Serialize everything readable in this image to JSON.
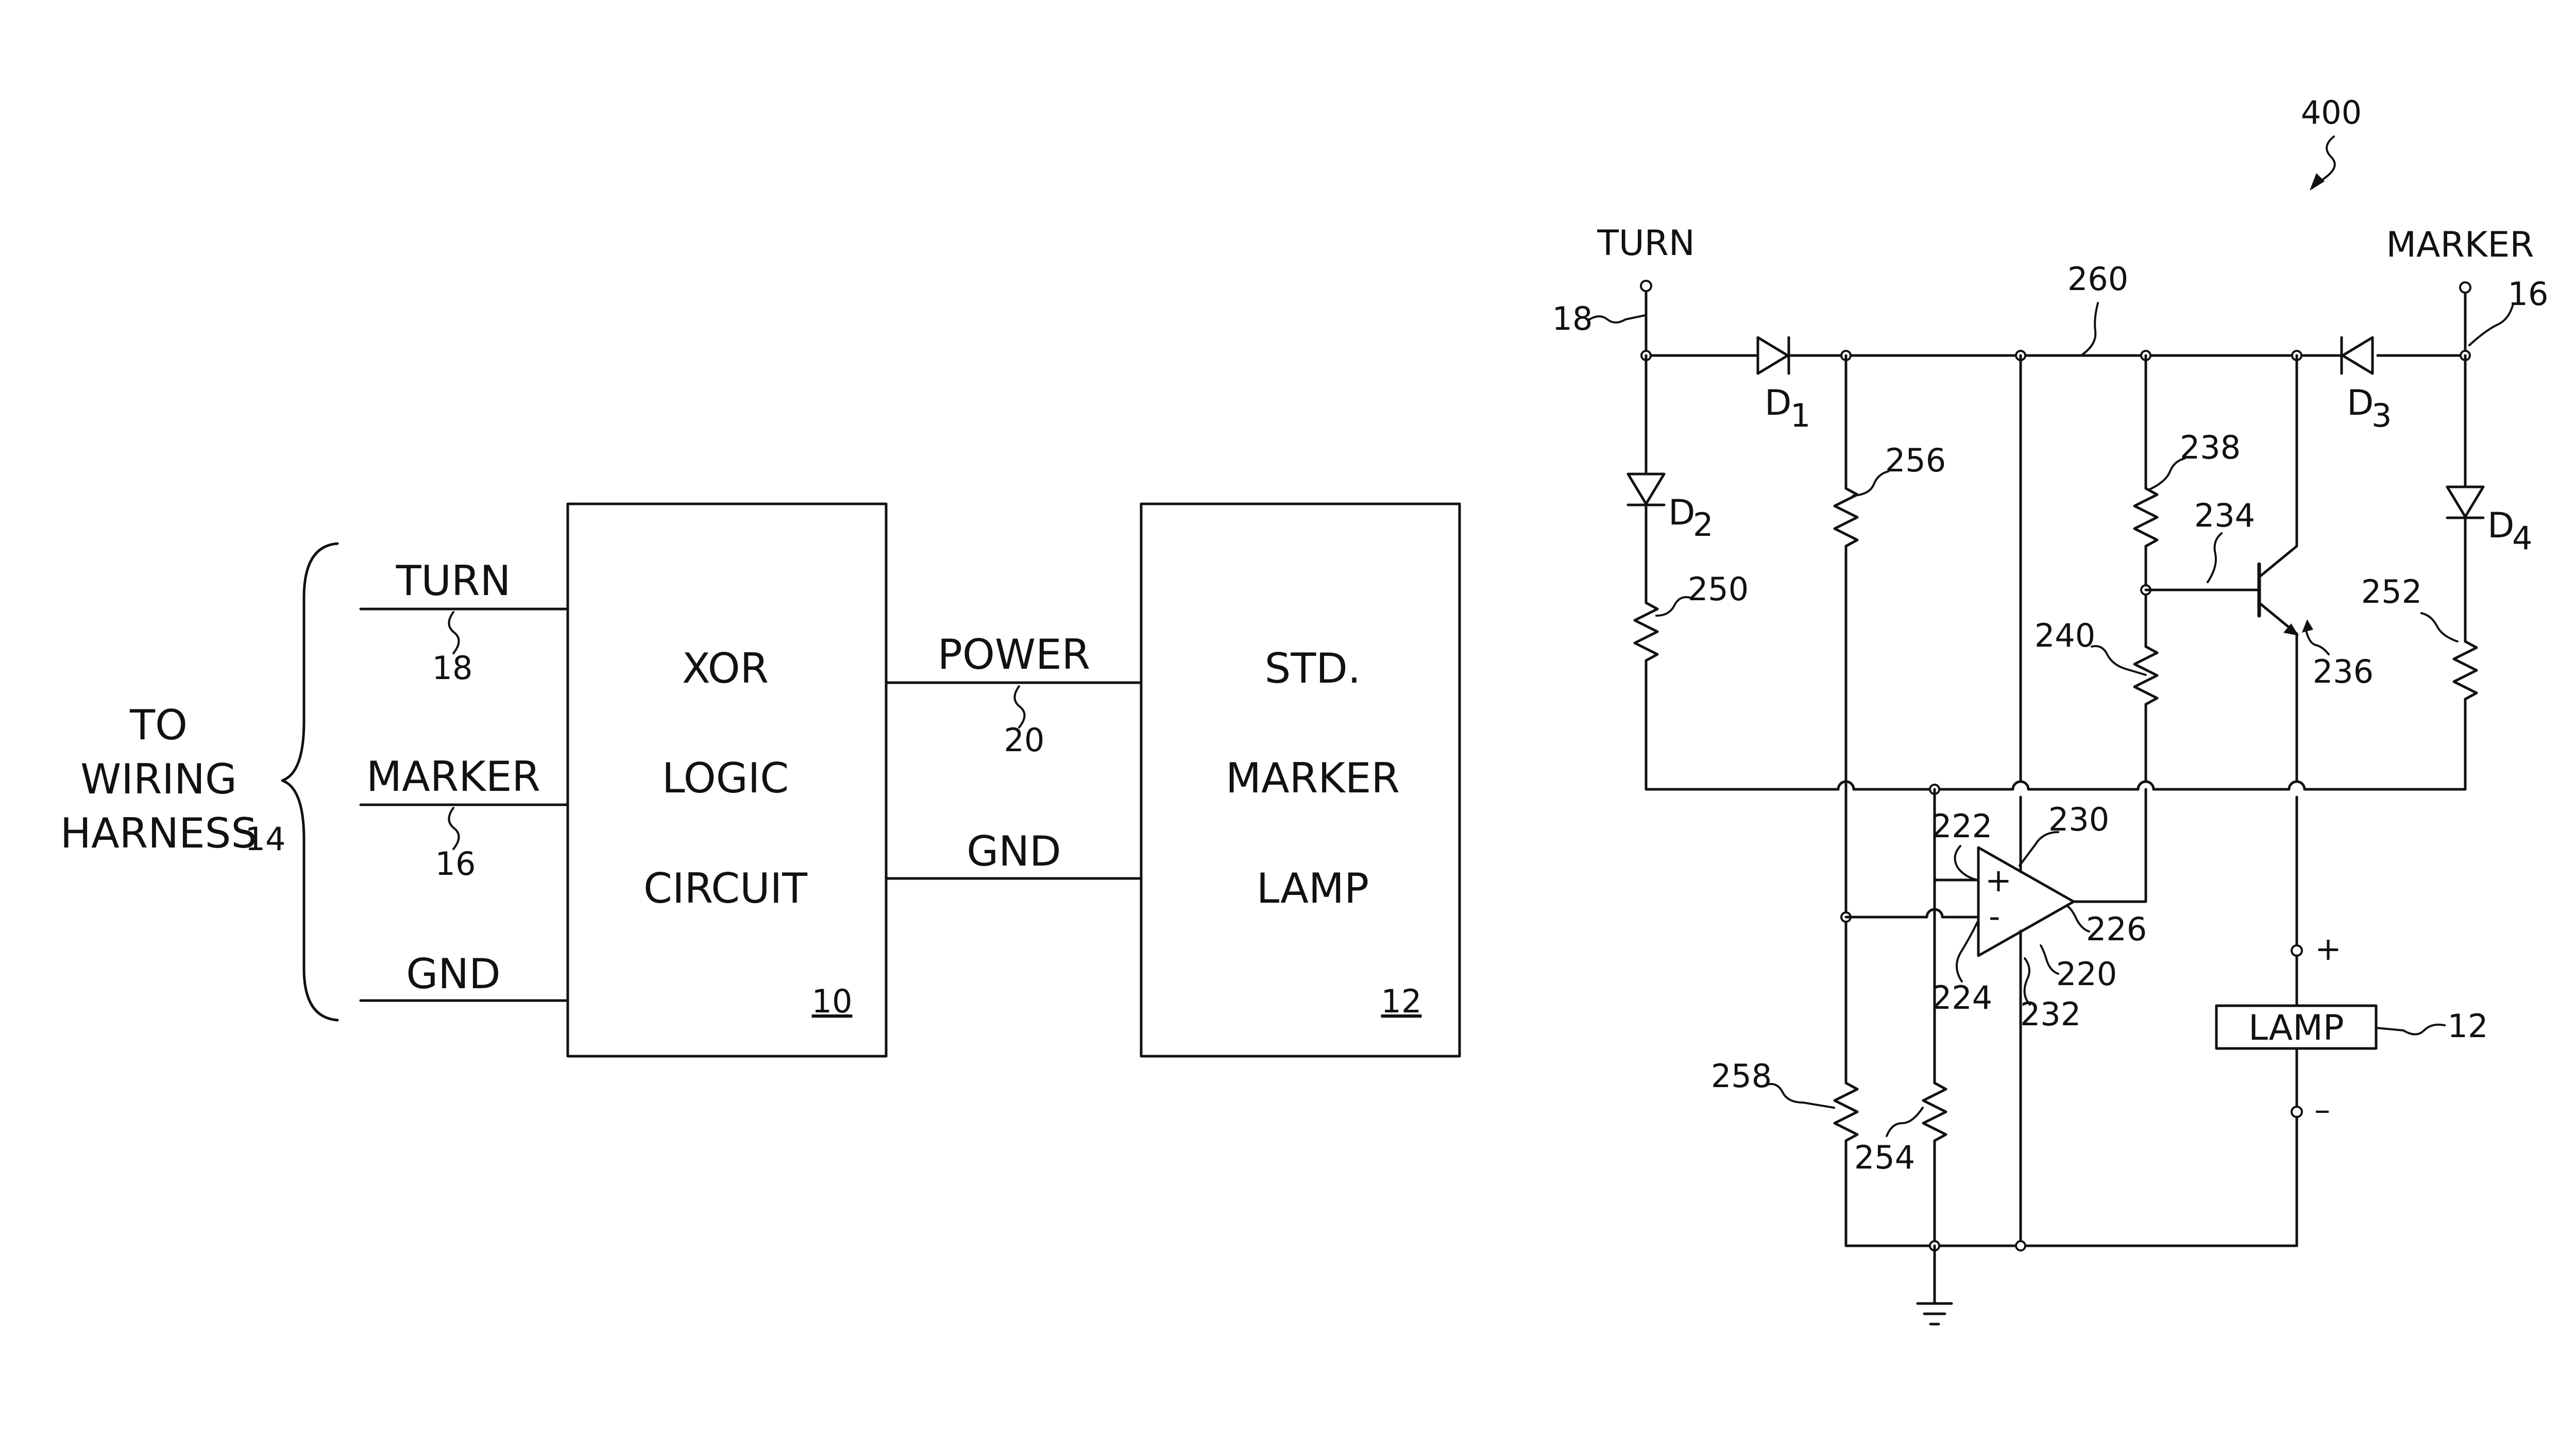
{
  "block_diagram": {
    "harness_label": [
      "TO",
      "WIRING",
      "HARNESS"
    ],
    "harness_ref": "14",
    "inputs": [
      {
        "label": "TURN",
        "ref": "18"
      },
      {
        "label": "MARKER",
        "ref": "16"
      },
      {
        "label": "GND",
        "ref": ""
      }
    ],
    "xor_block": {
      "lines": [
        "XOR",
        "LOGIC",
        "CIRCUIT"
      ],
      "ref": "10"
    },
    "lamp_block": {
      "lines": [
        "STD.",
        "MARKER",
        "LAMP"
      ],
      "ref": "12"
    },
    "power_link": {
      "label": "POWER",
      "ref": "20"
    },
    "gnd_link": {
      "label": "GND"
    }
  },
  "schematic": {
    "figure_ref": "400",
    "turn_label": "TURN",
    "turn_ref": "18",
    "marker_label": "MARKER",
    "marker_ref": "16",
    "bus_ref": "260",
    "diodes": {
      "d1": {
        "letter": "D",
        "sub": "1"
      },
      "d2": {
        "letter": "D",
        "sub": "2"
      },
      "d3": {
        "letter": "D",
        "sub": "3"
      },
      "d4": {
        "letter": "D",
        "sub": "4"
      }
    },
    "resistor_refs": {
      "r250": "250",
      "r252": "252",
      "r256": "256",
      "r238": "238",
      "r240": "240",
      "r258": "258",
      "r254": "254"
    },
    "transistor_refs": {
      "base": "234",
      "emitter": "236"
    },
    "opamp": {
      "ref": "220",
      "plus_ref": "222",
      "minus_ref": "224",
      "out_ref": "226",
      "top_ref": "230",
      "bottom_ref": "232",
      "plus_sign": "+",
      "minus_sign": "-"
    },
    "lamp": {
      "label": "LAMP",
      "ref": "12",
      "plus": "+",
      "minus": "–"
    }
  }
}
